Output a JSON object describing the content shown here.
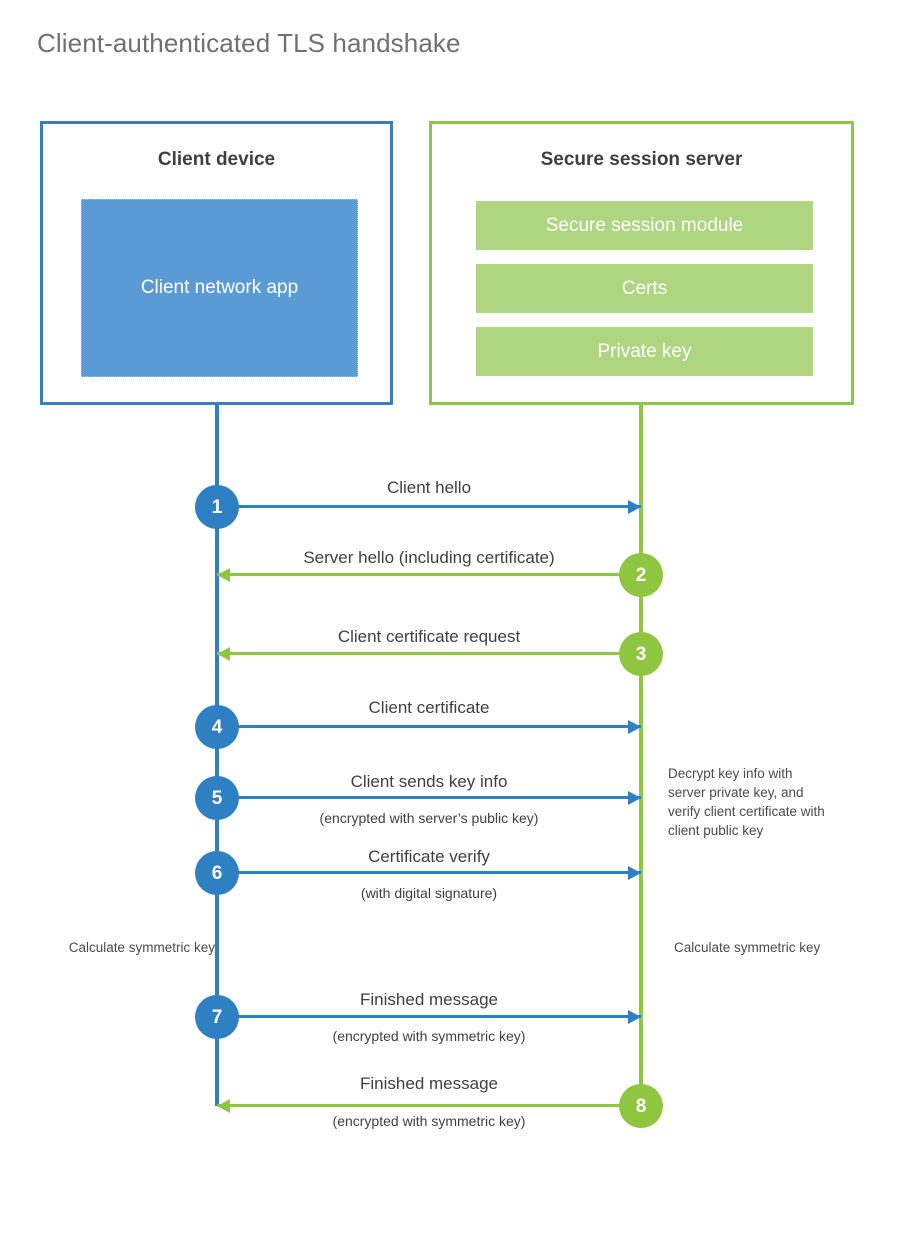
{
  "diagram": {
    "title": "Client-authenticated TLS handshake",
    "colors": {
      "client_blue": "#2e80c2",
      "client_app_fill": "#5b9bd5",
      "server_green": "#8fc63f",
      "server_bar_fill": "#aed580",
      "title_gray": "#707070",
      "text_gray": "#3f3f3f",
      "background": "#ffffff"
    }
  },
  "client": {
    "title": "Client device",
    "app_label": "Client network app"
  },
  "server": {
    "title": "Secure session server",
    "modules": [
      {
        "label": "Secure session module"
      },
      {
        "label": "Certs"
      },
      {
        "label": "Private key"
      }
    ]
  },
  "steps": [
    {
      "number": "1",
      "label": "Client hello",
      "sublabel": "",
      "direction": "client-to-server",
      "color": "blue"
    },
    {
      "number": "2",
      "label": "Server hello (including certificate)",
      "sublabel": "",
      "direction": "server-to-client",
      "color": "green"
    },
    {
      "number": "3",
      "label": "Client certificate request",
      "sublabel": "",
      "direction": "server-to-client",
      "color": "green"
    },
    {
      "number": "4",
      "label": "Client certificate",
      "sublabel": "",
      "direction": "client-to-server",
      "color": "blue"
    },
    {
      "number": "5",
      "label": "Client sends key info",
      "sublabel": "(encrypted with server’s public key)",
      "direction": "client-to-server",
      "color": "blue"
    },
    {
      "number": "6",
      "label": "Certificate verify",
      "sublabel": "(with digital signature)",
      "direction": "client-to-server",
      "color": "blue"
    },
    {
      "number": "7",
      "label": "Finished message",
      "sublabel": "(encrypted with symmetric key)",
      "direction": "client-to-server",
      "color": "blue"
    },
    {
      "number": "8",
      "label": "Finished message",
      "sublabel": "(encrypted with symmetric key)",
      "direction": "server-to-client",
      "color": "green"
    }
  ],
  "notes": {
    "server_decrypt": "Decrypt key info with server private key, and verify client certificate with client public key",
    "client_calculate": "Calculate symmetric key",
    "server_calculate": "Calculate symmetric key"
  }
}
